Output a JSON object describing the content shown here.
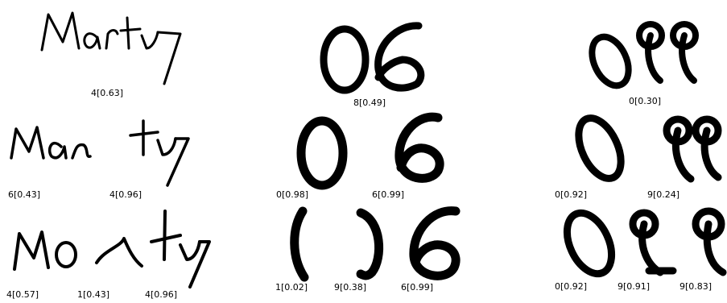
{
  "colors": {
    "ink": "#000000",
    "background": "#ffffff"
  },
  "panels": {
    "marty": {
      "whole": {
        "label": "4[0.63]"
      },
      "split2": {
        "labels": [
          "6[0.43]",
          "4[0.96]"
        ]
      },
      "split3": {
        "labels": [
          "4[0.57]",
          "1[0.43]",
          "4[0.96]"
        ]
      }
    },
    "o6": {
      "whole": {
        "label": "8[0.49]"
      },
      "split2": {
        "labels": [
          "0[0.98]",
          "6[0.99]"
        ]
      },
      "split3": {
        "labels": [
          "1[0.02]",
          "9[0.38]",
          "6[0.99]"
        ]
      }
    },
    "o99": {
      "whole": {
        "label": "0[0.30]"
      },
      "split2": {
        "labels": [
          "0[0.92]",
          "9[0.24]"
        ]
      },
      "split3": {
        "labels": [
          "0[0.92]",
          "9[0.91]",
          "9[0.83]"
        ]
      }
    }
  }
}
